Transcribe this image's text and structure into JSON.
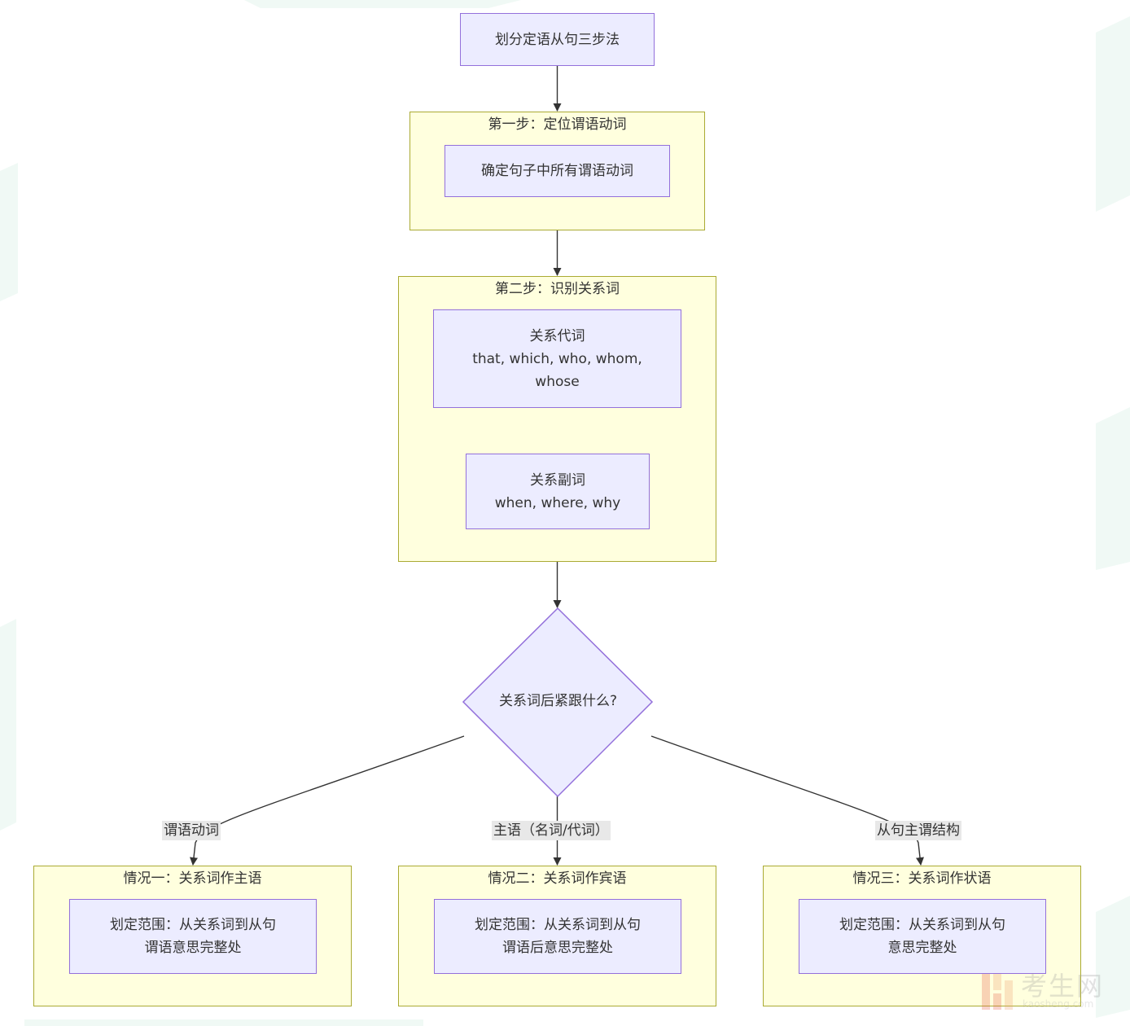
{
  "title": "划分定语从句三步法",
  "step1": {
    "title": "第一步：定位谓语动词",
    "node": "确定句子中所有谓语动词"
  },
  "step2": {
    "title": "第二步：识别关系词",
    "pronoun": {
      "line1": "关系代词",
      "line2": "that, which, who, whom,",
      "line3": "whose"
    },
    "adverb": {
      "line1": "关系副词",
      "line2": "when, where, why"
    }
  },
  "decision": "关系词后紧跟什么?",
  "edges": {
    "left": "谓语动词",
    "middle": "主语（名词/代词）",
    "right": "从句主谓结构"
  },
  "case1": {
    "title": "情况一：关系词作主语",
    "line1": "划定范围：从关系词到从句",
    "line2": "谓语意思完整处"
  },
  "case2": {
    "title": "情况二：关系词作宾语",
    "line1": "划定范围：从关系词到从句",
    "line2": "谓语后意思完整处"
  },
  "case3": {
    "title": "情况三：关系词作状语",
    "line1": "划定范围：从关系词到从句",
    "line2": "意思完整处"
  },
  "watermark": {
    "cn": "考生网",
    "en": "kaosheng.com"
  },
  "colors": {
    "node_fill": "#ececff",
    "node_stroke": "#9370db",
    "group_fill": "#ffffde",
    "group_stroke": "#aaaa33",
    "edge": "#333333",
    "label_bg": "#e8e8e8"
  }
}
